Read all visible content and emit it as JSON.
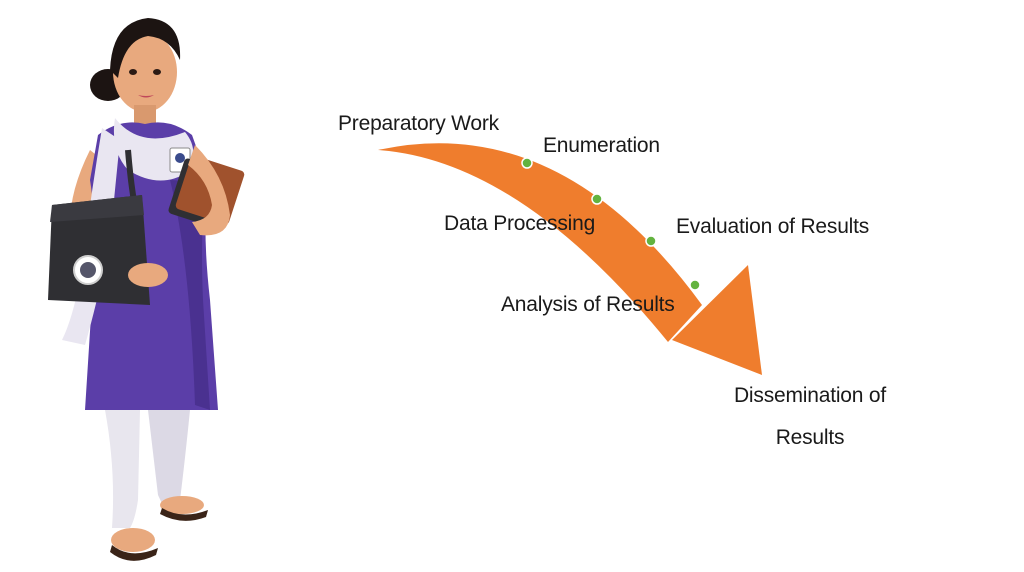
{
  "diagram": {
    "arrow_color": "#ef7d2d",
    "dot_fill": "#63b33f",
    "dot_stroke": "#ffffff",
    "stages": [
      {
        "label": "Preparatory Work"
      },
      {
        "label": "Enumeration"
      },
      {
        "label": "Data Processing"
      },
      {
        "label": "Evaluation of Results"
      },
      {
        "label": "Analysis of Results"
      },
      {
        "label": "Dissemination of Results"
      }
    ]
  },
  "illustration": {
    "subject": "woman-enumerator-illustration",
    "colors": {
      "kurta": "#5b3ea8",
      "dupatta": "#e9e6f1",
      "bag": "#2f2f33",
      "folders": "#a0522d",
      "skin": "#e8a97e",
      "hair": "#1c1412"
    }
  }
}
